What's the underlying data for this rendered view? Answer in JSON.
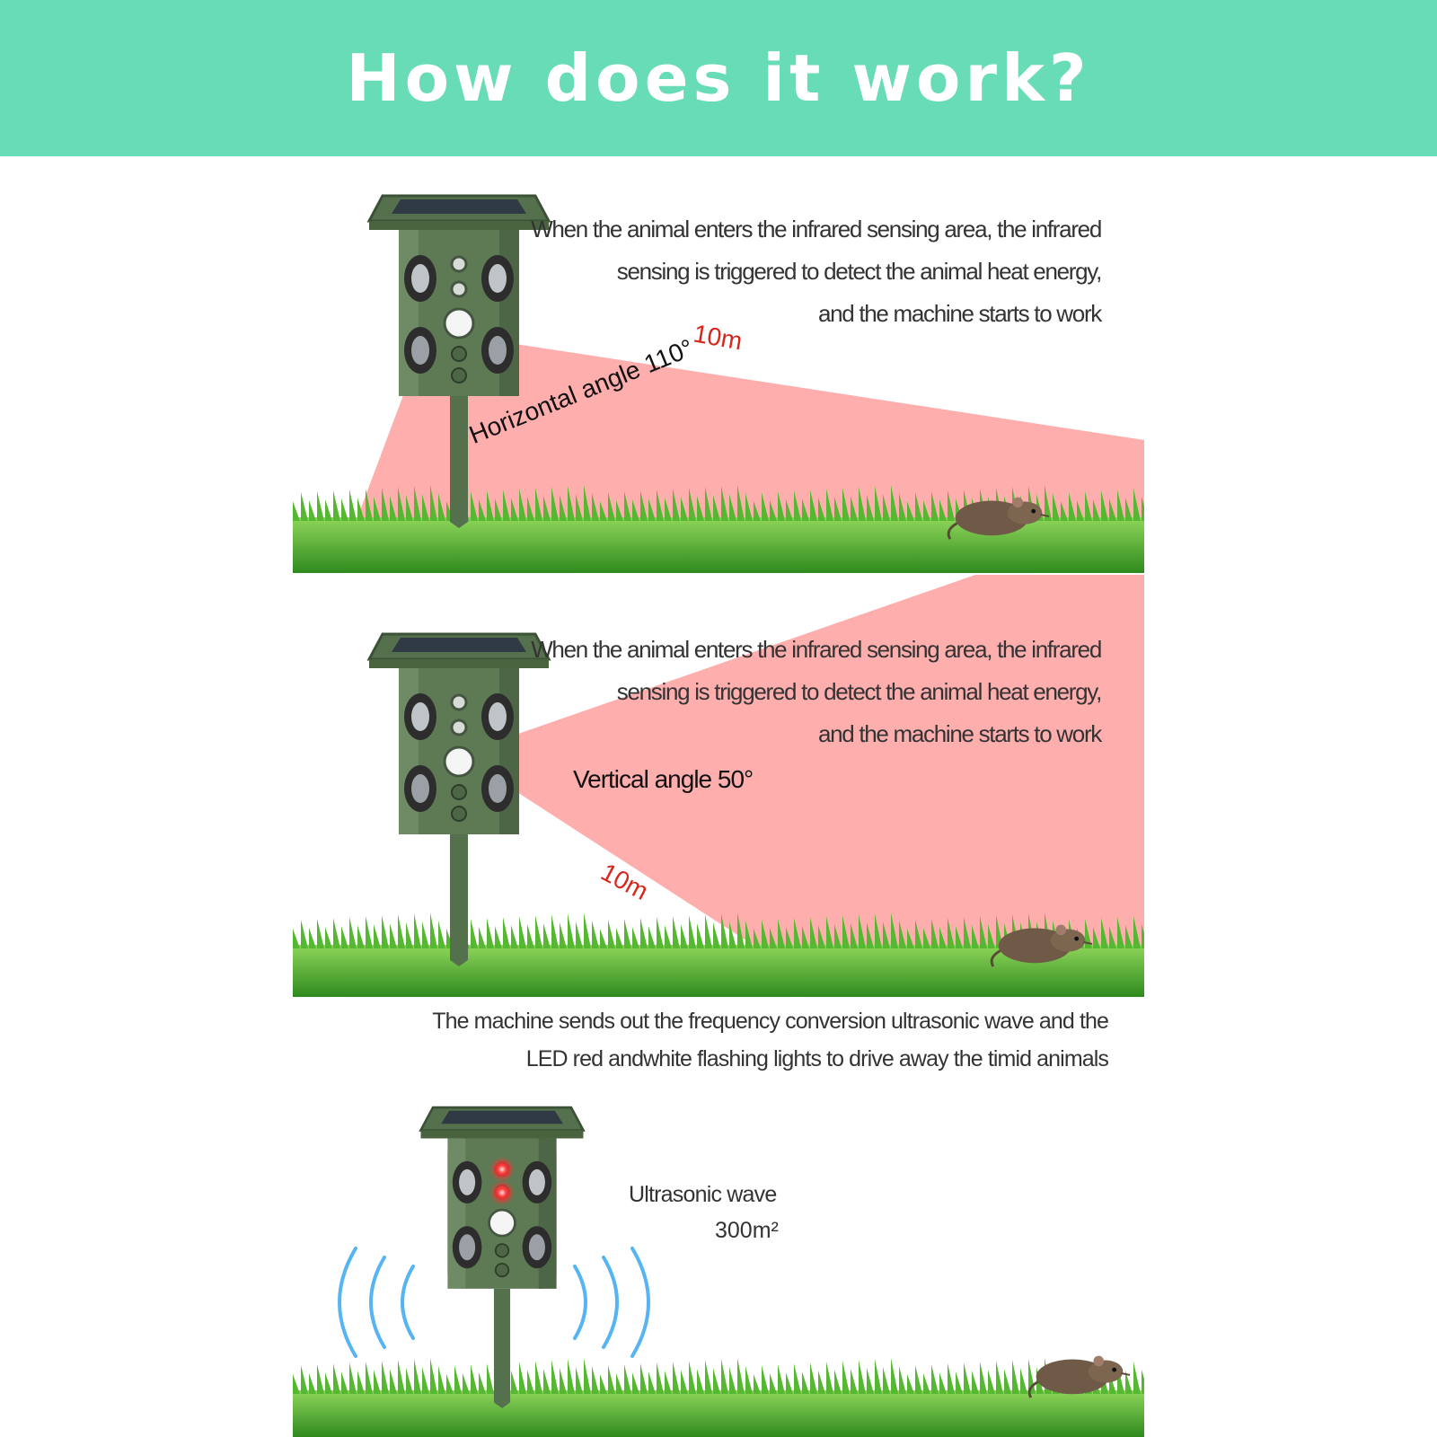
{
  "header": {
    "title": "How does it work?",
    "color": "#67dcb6"
  },
  "panel_1": {
    "description": [
      "When the animal enters the infrared sensing area, the infrared",
      "sensing is triggered to detect the animal heat energy,",
      "and the machine starts to work"
    ],
    "distance_label": "10m",
    "angle_label": "Horizontal angle 110°"
  },
  "panel_2": {
    "description": [
      "When the animal enters the infrared sensing area, the infrared",
      "sensing is triggered to detect the animal heat energy,",
      "and the machine starts to work"
    ],
    "angle_label": "Vertical angle 50°",
    "distance_label": "10m"
  },
  "panel_3": {
    "description": [
      "The machine sends out the frequency conversion ultrasonic wave and the",
      "LED red andwhite flashing lights to drive away the timid animals"
    ],
    "wave_label": "Ultrasonic wave",
    "area_label": "300m²"
  },
  "colors": {
    "device_body": "#5e7a55",
    "sensing_zone": "#ffaaaa",
    "grass": "#3da12a",
    "wave": "#3aa8f0",
    "led_red": "#ff2020",
    "label_red": "#d9261c"
  },
  "icons": [
    "solar-panel-icon",
    "speaker-icon",
    "sensor-icon",
    "led-icon",
    "rat-icon",
    "grass-icon",
    "ultrasonic-wave-icon"
  ]
}
